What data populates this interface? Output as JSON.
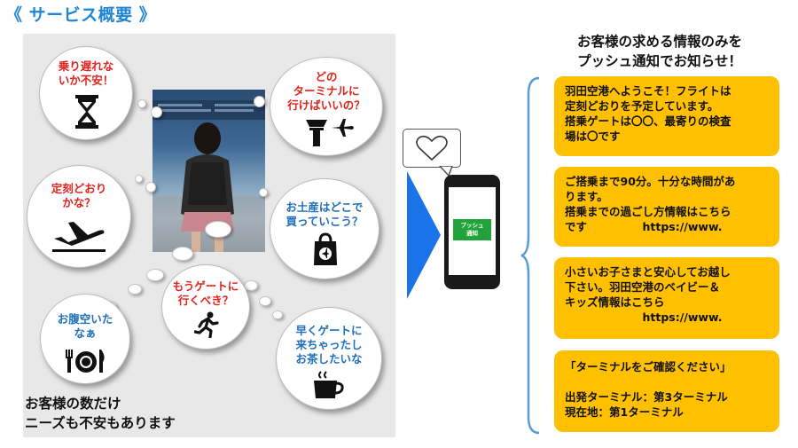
{
  "title": "《 サービス概要 》",
  "bubbles": {
    "b1": "乗り遅れな\nいか不安！",
    "b2": "どの\nターミナルに\n行けばいいの？",
    "b3": "定刻どおり\nかな？",
    "b4": "お土産はどこで\n買っていこう？",
    "b5": "もうゲートに\n行くべき？",
    "b6": "お腹空いた\nなぁ",
    "b7": "早くゲートに\n来ちゃったし\nお茶したいな"
  },
  "caption": "お客様の数だけ\nニーズも不安もあります",
  "phone": {
    "push_label": "プッシュ\n通知"
  },
  "headline": "お客様の求める情報のみを\nプッシュ通知でお知らせ！",
  "cards": [
    "羽田空港へようこそ！フライトは\n定刻どおりを予定しています。\n搭乗ゲートは〇〇、最寄りの検査\n場は〇です",
    "ご搭乗まで90分。十分な時間があ\nります。\n搭乗までの過ごし方情報はこちら\nです　　　　　https://www.",
    "小さいお子さまと安心してお越し\n下さい。羽田空港のベイビー＆\nキッズ情報はこちら\n　　　　　　　https://www.",
    "「ターミナルをご確認ください」\n\n出発ターミナル：第3ターミナル\n現在地：第1ターミナル"
  ],
  "colors": {
    "title": "#1f86d6",
    "question_red": "#e0241c",
    "question_blue": "#1f6fbd",
    "card": "#ffc000",
    "arrow": "#1a73e8",
    "push": "#22a23b"
  },
  "icons": [
    "hourglass-icon",
    "control-tower-icon",
    "airplane-icon",
    "airplane-takeoff-icon",
    "shopping-bag-icon",
    "running-person-icon",
    "dinner-plate-icon",
    "coffee-cup-icon",
    "heart-icon",
    "smartphone-icon"
  ]
}
